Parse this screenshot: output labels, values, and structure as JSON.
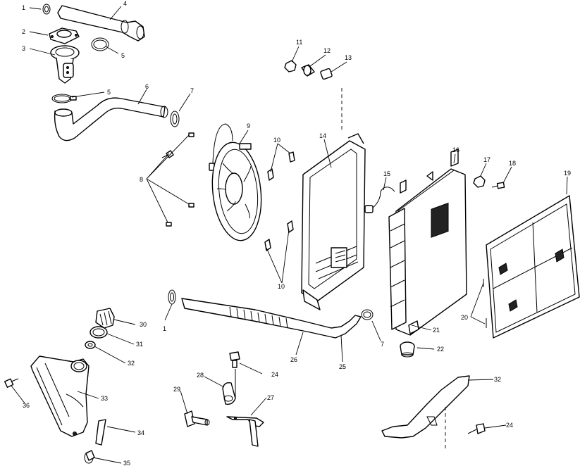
{
  "callouts": [
    {
      "id": "c1a",
      "text": "1"
    },
    {
      "id": "c4",
      "text": "4"
    },
    {
      "id": "c2",
      "text": "2"
    },
    {
      "id": "c3",
      "text": "3"
    },
    {
      "id": "c5a",
      "text": "5"
    },
    {
      "id": "c5b",
      "text": "5"
    },
    {
      "id": "c6",
      "text": "6"
    },
    {
      "id": "c7a",
      "text": "7"
    },
    {
      "id": "c8",
      "text": "8"
    },
    {
      "id": "c9",
      "text": "9"
    },
    {
      "id": "c10a",
      "text": "10"
    },
    {
      "id": "c10b",
      "text": "10"
    },
    {
      "id": "c11",
      "text": "11"
    },
    {
      "id": "c12",
      "text": "12"
    },
    {
      "id": "c13",
      "text": "13"
    },
    {
      "id": "c14",
      "text": "14"
    },
    {
      "id": "c15",
      "text": "15"
    },
    {
      "id": "c16",
      "text": "16"
    },
    {
      "id": "c17",
      "text": "17"
    },
    {
      "id": "c18",
      "text": "18"
    },
    {
      "id": "c19",
      "text": "19"
    },
    {
      "id": "c20",
      "text": "20"
    },
    {
      "id": "c21",
      "text": "21"
    },
    {
      "id": "c22",
      "text": "22"
    },
    {
      "id": "c1b",
      "text": "1"
    },
    {
      "id": "c7b",
      "text": "7"
    },
    {
      "id": "c26",
      "text": "26"
    },
    {
      "id": "c25",
      "text": "25"
    },
    {
      "id": "c30",
      "text": "30"
    },
    {
      "id": "c31",
      "text": "31"
    },
    {
      "id": "c32a",
      "text": "32"
    },
    {
      "id": "c24a",
      "text": "24"
    },
    {
      "id": "c28",
      "text": "28"
    },
    {
      "id": "c29",
      "text": "29"
    },
    {
      "id": "c27",
      "text": "27"
    },
    {
      "id": "c33",
      "text": "33"
    },
    {
      "id": "c36",
      "text": "36"
    },
    {
      "id": "c34",
      "text": "34"
    },
    {
      "id": "c35",
      "text": "35"
    },
    {
      "id": "c32b",
      "text": "32"
    },
    {
      "id": "c24b",
      "text": "24"
    }
  ]
}
